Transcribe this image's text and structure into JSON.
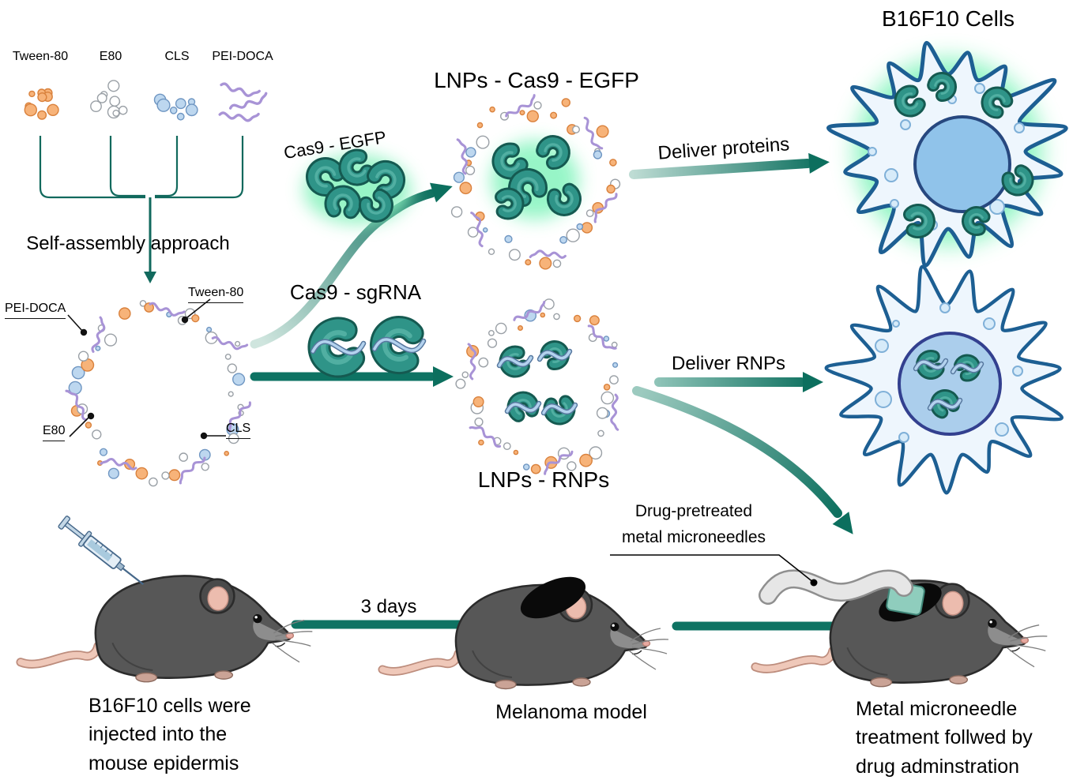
{
  "labels": {
    "tween80": "Tween-80",
    "e80": "E80",
    "cls": "CLS",
    "pei_doca": "PEI-DOCA",
    "self_assembly": "Self-assembly approach",
    "callout_pei_doca": "PEI-DOCA",
    "callout_tween80": "Tween-80",
    "callout_e80": "E80",
    "callout_cls": "CLS",
    "cas9_egfp": "Cas9 - EGFP",
    "cas9_sgrna": "Cas9 - sgRNA",
    "lnp_egfp_title": "LNPs - Cas9 - EGFP",
    "lnp_rnp_title": "LNPs - RNPs",
    "deliver_proteins": "Deliver proteins",
    "deliver_rnps": "Deliver RNPs",
    "cells_title": "B16F10 Cells",
    "microneedle_pointer": "Drug-pretreated\nmetal microneedles",
    "three_days": "3 days",
    "caption_injection": "B16F10 cells were\ninjected into the\nmouse epidermis",
    "caption_melanoma": "Melanoma model",
    "caption_treatment": "Metal microneedle\ntreatment follwed by\ndrug adminstration"
  },
  "colors": {
    "arrow_teal": "#0c6f5e",
    "cas9_teal": "#2f9488",
    "egfp_glow": "#8cf3c0",
    "lipid_orange": "#f7b379",
    "lipid_blue": "#bdd7ef",
    "pei_purple": "#a893d6",
    "cell_outline": "#1d5f93",
    "nucleus_blue": "#90c3ea",
    "mouse_gray": "#575757"
  }
}
